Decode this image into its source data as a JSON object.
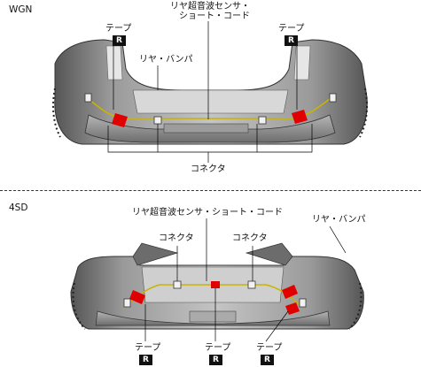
{
  "wgn": {
    "section_title": "WGN",
    "sensor_cord_label_line1": "リヤ超音波センサ・",
    "sensor_cord_label_line2": "ショート・コード",
    "tape_left_label": "テープ",
    "tape_right_label": "テープ",
    "tape_left_badge": "R",
    "tape_right_badge": "R",
    "bumper_label": "リヤ・バンパ",
    "connector_label": "コネクタ"
  },
  "sd4": {
    "section_title": "4SD",
    "sensor_cord_label": "リヤ超音波センサ・ショート・コード",
    "bumper_label": "リヤ・バンパ",
    "connector_left_label": "コネクタ",
    "connector_right_label": "コネクタ",
    "tape_left_label": "テープ",
    "tape_center_label": "テープ",
    "tape_right_label": "テープ",
    "tape_left_badge": "R",
    "tape_center_badge": "R",
    "tape_right_badge": "R"
  },
  "colors": {
    "tape_red": "#e00000",
    "bumper_gray": "#8f8f8f",
    "harness_yellow": "#c8b400"
  }
}
